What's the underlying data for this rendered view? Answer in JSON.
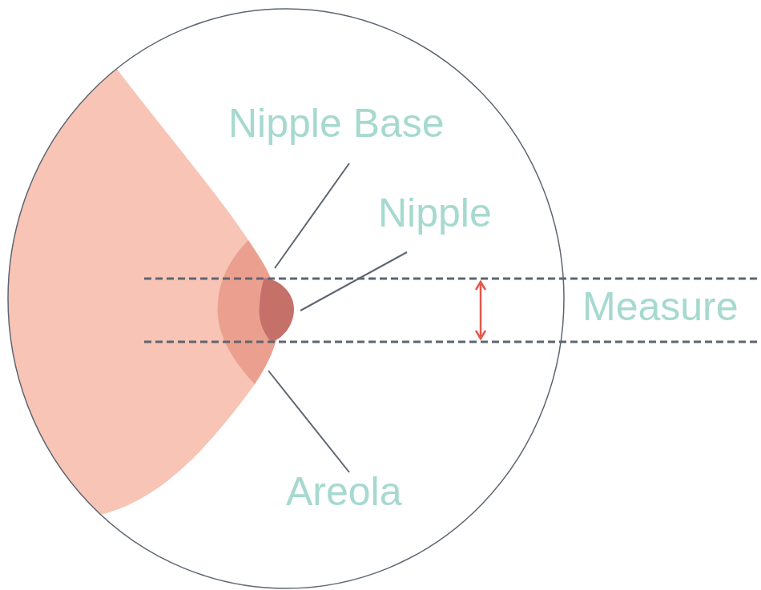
{
  "diagram": {
    "labels": [
      "Nipple Base",
      "Nipple",
      "Measure",
      "Areola"
    ]
  }
}
